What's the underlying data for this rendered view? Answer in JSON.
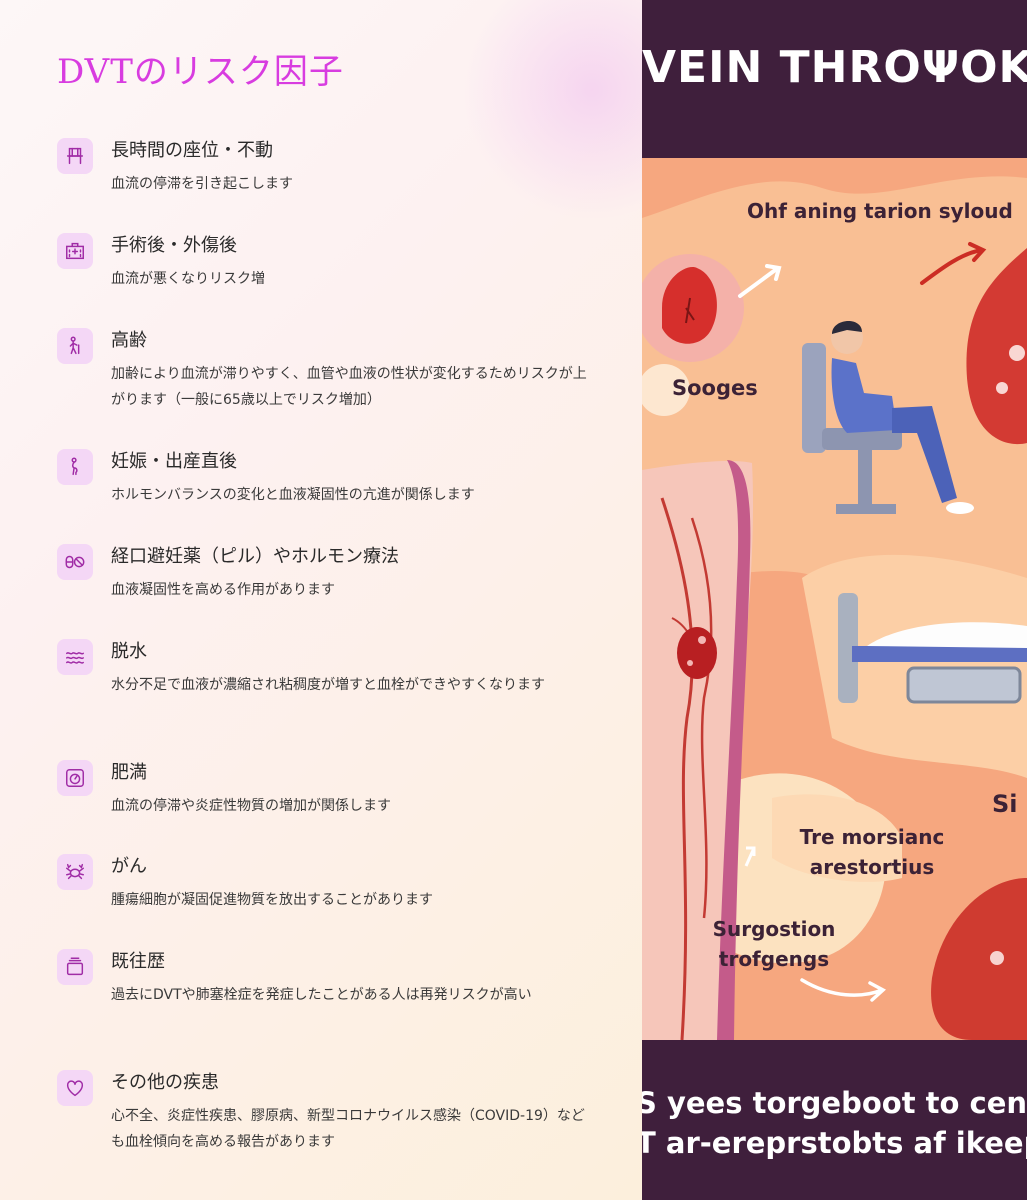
{
  "title": "DVTのリスク因子",
  "items": [
    {
      "icon": "chair-icon",
      "title": "長時間の座位・不動",
      "desc": "血流の停滞を引き起こします"
    },
    {
      "icon": "hospital-icon",
      "title": "手術後・外傷後",
      "desc": "血流が悪くなりリスク増"
    },
    {
      "icon": "elderly-icon",
      "title": "高齢",
      "desc": "加齢により血流が滞りやすく、血管や血液の性状が変化するためリスクが上がります（一般に65歳以上でリスク増加）"
    },
    {
      "icon": "pregnant-icon",
      "title": "妊娠・出産直後",
      "desc": "ホルモンバランスの変化と血液凝固性の亢進が関係します"
    },
    {
      "icon": "pill-icon",
      "title": "経口避妊薬（ピル）やホルモン療法",
      "desc": "血液凝固性を高める作用があります"
    },
    {
      "icon": "water-icon",
      "title": "脱水",
      "desc": "水分不足で血液が濃縮され粘稠度が増すと血栓ができやすくなります"
    },
    {
      "icon": "scale-icon",
      "title": "肥満",
      "desc": "血流の停滞や炎症性物質の増加が関係します"
    },
    {
      "icon": "crab-icon",
      "title": "がん",
      "desc": "腫瘍細胞が凝固促進物質を放出することがあります"
    },
    {
      "icon": "folder-icon",
      "title": "既往歴",
      "desc": "過去にDVTや肺塞栓症を発症したことがある人は再発リスクが高い"
    },
    {
      "icon": "heart-icon",
      "title": "その他の疾患",
      "desc": "心不全、炎症性疾患、膠原病、新型コロナウイルス感染（COVID-19）なども血栓傾向を高める報告があります"
    }
  ],
  "image": {
    "header": "VEIN THROΨOK",
    "labels": [
      "Ohf aning tarion syloud",
      "Sooges",
      "Tre morsianc arestortius",
      "Surgostion trofgengs",
      "Si"
    ],
    "footer_line1": "S yees torgeboot to cenel",
    "footer_line2": "T ar-ereprstobts af ikeep"
  },
  "colors": {
    "title": "#d83ce0",
    "icon_bg": "#f4d7f6",
    "icon_stroke": "#a02ca6",
    "image_bg": "#3f1f3c",
    "image_panel": "#f6a77f"
  }
}
